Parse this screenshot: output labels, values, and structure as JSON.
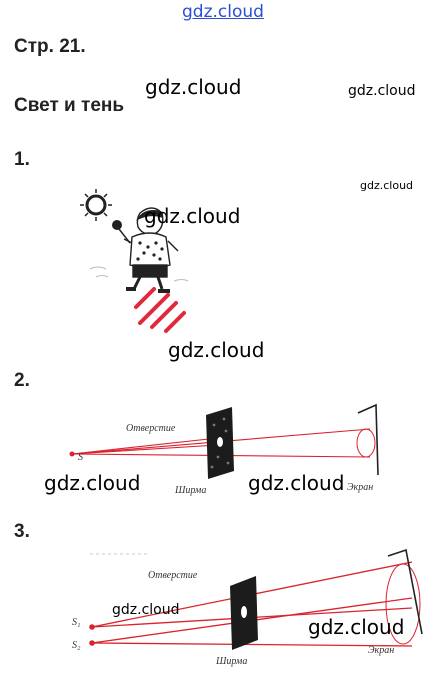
{
  "watermark": {
    "top": "gdz.cloud",
    "text": "gdz.cloud"
  },
  "page": {
    "page_title": "Стр. 21.",
    "section_title": "Свет и тень"
  },
  "tasks": [
    {
      "number": "1."
    },
    {
      "number": "2.",
      "labels": {
        "hole": "Отверстие",
        "screen_plate": "Ширма",
        "screen": "Экран",
        "source": "S"
      }
    },
    {
      "number": "3.",
      "labels": {
        "hole": "Отверстие",
        "screen_plate": "Ширма",
        "screen": "Экран",
        "source1": "S₁",
        "source2": "S₂"
      }
    }
  ],
  "colors": {
    "ray": "#d9232e",
    "shadow_stripes": "#e0293b",
    "plate": "#1c1c1c"
  }
}
